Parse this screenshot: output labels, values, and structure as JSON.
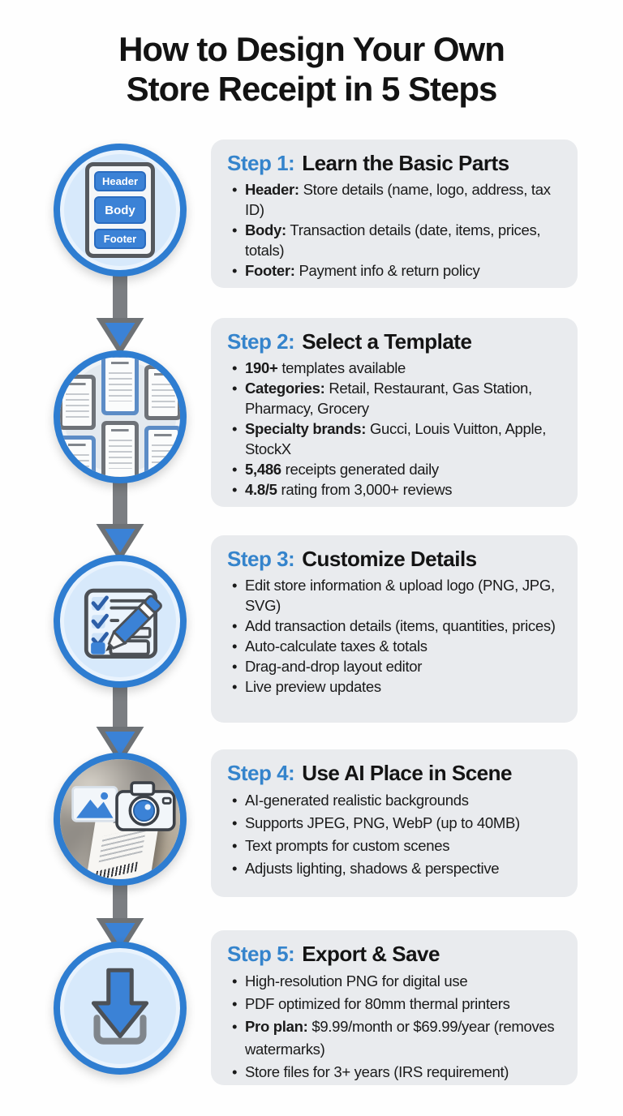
{
  "title": {
    "line1": "How to Design Your Own",
    "line2": "Store Receipt in 5 Steps"
  },
  "colors": {
    "accent_blue": "#3584cc",
    "circle_border_blue": "#2e7dd1",
    "icon_blue": "#3b82d6",
    "card_background": "#e9ebee",
    "arrow_gray": "#7b7e82",
    "text_dark": "#1a1a1a"
  },
  "steps": [
    {
      "label": "Step 1:",
      "heading": "Learn the Basic Parts",
      "icon": "receipt-structure-icon",
      "icon_labels": [
        "Header",
        "Body",
        "Footer"
      ],
      "bullets": [
        {
          "bold": "Header:",
          "text": " Store details (name, logo, address, tax ID)"
        },
        {
          "bold": "Body:",
          "text": " Transaction details (date, items, prices, totals)"
        },
        {
          "bold": "Footer:",
          "text": " Payment info & return policy"
        }
      ]
    },
    {
      "label": "Step 2:",
      "heading": "Select a Template",
      "icon": "template-gallery-icon",
      "bullets": [
        {
          "bold": "190+",
          "text": " templates available"
        },
        {
          "bold": "Categories:",
          "text": " Retail, Restaurant, Gas Station, Pharmacy, Grocery"
        },
        {
          "bold": "Specialty brands:",
          "text": " Gucci, Louis Vuitton, Apple, StockX"
        },
        {
          "bold": "5,486",
          "text": " receipts generated daily"
        },
        {
          "bold": "4.8/5",
          "text": " rating from 3,000+ reviews"
        }
      ]
    },
    {
      "label": "Step 3:",
      "heading": "Customize Details",
      "icon": "checklist-pencil-icon",
      "bullets": [
        {
          "bold": "",
          "text": "Edit store information & upload logo (PNG, JPG, SVG)"
        },
        {
          "bold": "",
          "text": "Add transaction details (items, quantities, prices)"
        },
        {
          "bold": "",
          "text": "Auto-calculate taxes & totals"
        },
        {
          "bold": "",
          "text": "Drag-and-drop layout editor"
        },
        {
          "bold": "",
          "text": "Live preview updates"
        }
      ]
    },
    {
      "label": "Step 4:",
      "heading": "Use AI Place in Scene",
      "icon": "ai-scene-photo-icon",
      "bullets": [
        {
          "bold": "",
          "text": "AI-generated realistic backgrounds"
        },
        {
          "bold": "",
          "text": "Supports JPEG, PNG, WebP (up to 40MB)"
        },
        {
          "bold": "",
          "text": "Text prompts for custom scenes"
        },
        {
          "bold": "",
          "text": "Adjusts lighting, shadows & perspective"
        }
      ]
    },
    {
      "label": "Step 5:",
      "heading": "Export & Save",
      "icon": "download-icon",
      "bullets": [
        {
          "bold": "",
          "text": "High-resolution PNG for digital use"
        },
        {
          "bold": "",
          "text": "PDF optimized for 80mm thermal printers"
        },
        {
          "bold": "Pro plan:",
          "text": " $9.99/month or $69.99/year (removes watermarks)"
        },
        {
          "bold": "",
          "text": "Store files for 3+ years (IRS requirement)"
        }
      ]
    }
  ]
}
